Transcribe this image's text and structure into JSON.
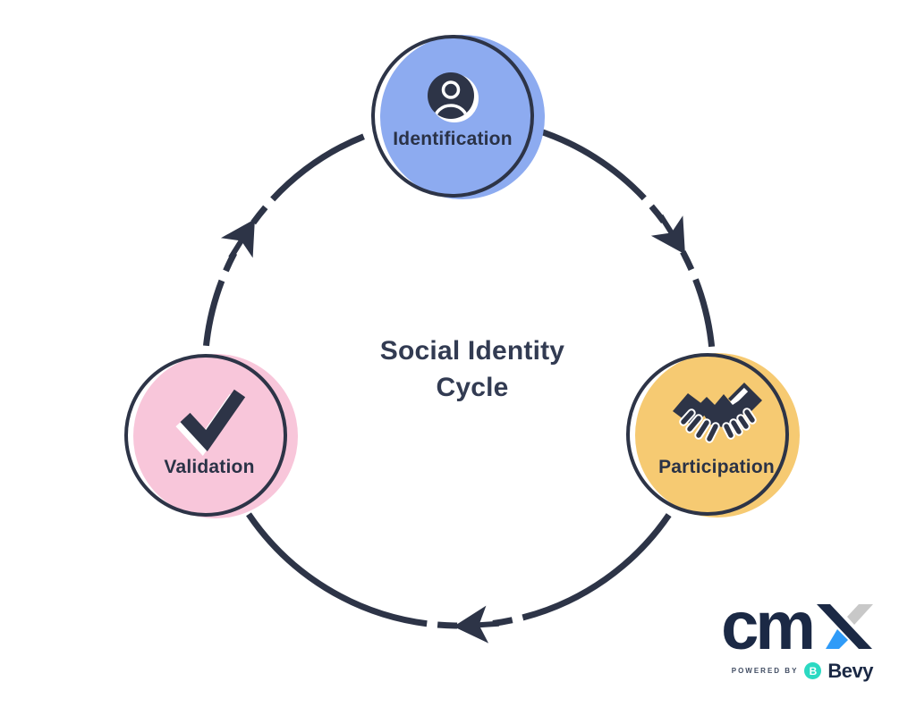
{
  "diagram": {
    "type": "cycle-diagram",
    "direction": "clockwise",
    "title_line1": "Social Identity",
    "title_line2": "Cycle"
  },
  "nodes": [
    {
      "label": "Identification",
      "icon": "user-icon",
      "fill": "#8dabf0"
    },
    {
      "label": "Participation",
      "icon": "handshake-icon",
      "fill": "#f6ca72"
    },
    {
      "label": "Validation",
      "icon": "check-icon",
      "fill": "#f8c6da"
    }
  ],
  "colors": {
    "background": "#ffffff",
    "stroke_dark": "#2d3447",
    "text_dark": "#323b52",
    "node_blue": "#8dabf0",
    "node_yellow": "#f6ca72",
    "node_pink": "#f8c6da",
    "logo_navy": "#1b2945",
    "logo_gray": "#c8c8c8",
    "logo_blue": "#2f9bf8",
    "bevy_teal": "#2bd9c2"
  },
  "logo": {
    "brand": "cmx",
    "brand_text_part": "cm",
    "powered_by": "POWERED BY",
    "partner_name": "Bevy",
    "bevy_mark_letter": "B"
  }
}
